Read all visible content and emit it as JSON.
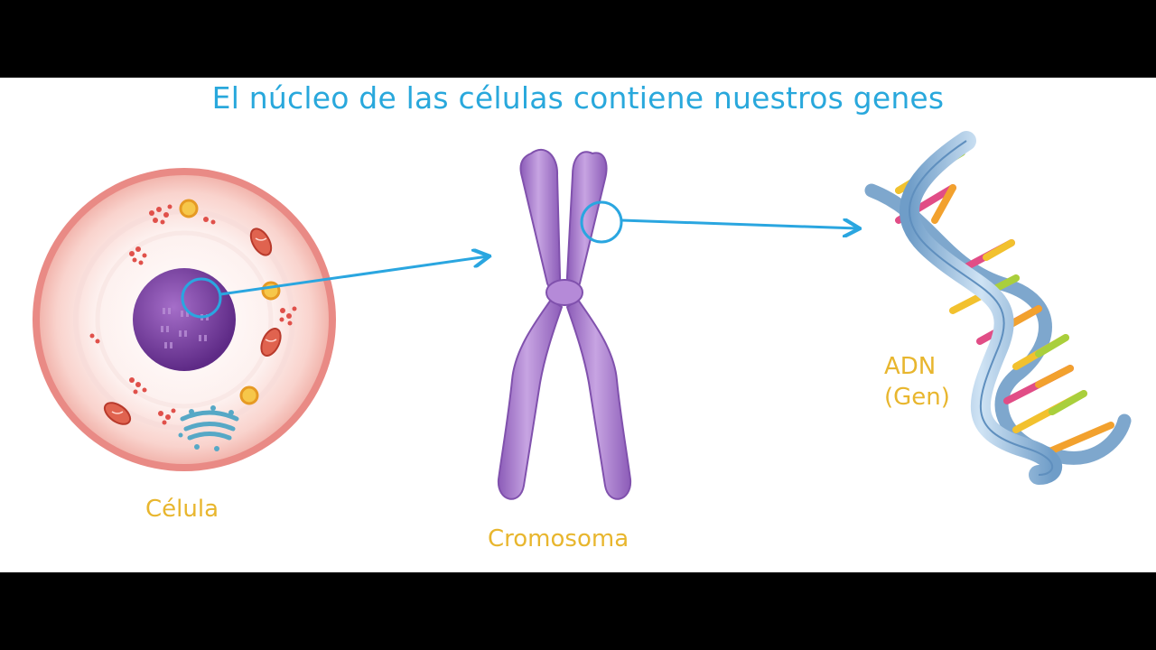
{
  "title": "El núcleo de las células contiene nuestros genes",
  "labels": {
    "cell": "Célula",
    "chromosome": "Cromosoma",
    "dna_line1": "ADN",
    "dna_line2": "(Gen)"
  },
  "colors": {
    "title": "#29a8dc",
    "label": "#e8b62e",
    "arrow": "#2aa6e0",
    "chromosome": "#a777cc",
    "nucleus": "#7e3fa2",
    "cell_membrane": "#e98a85",
    "dna_backbone": "#8fb9de"
  }
}
